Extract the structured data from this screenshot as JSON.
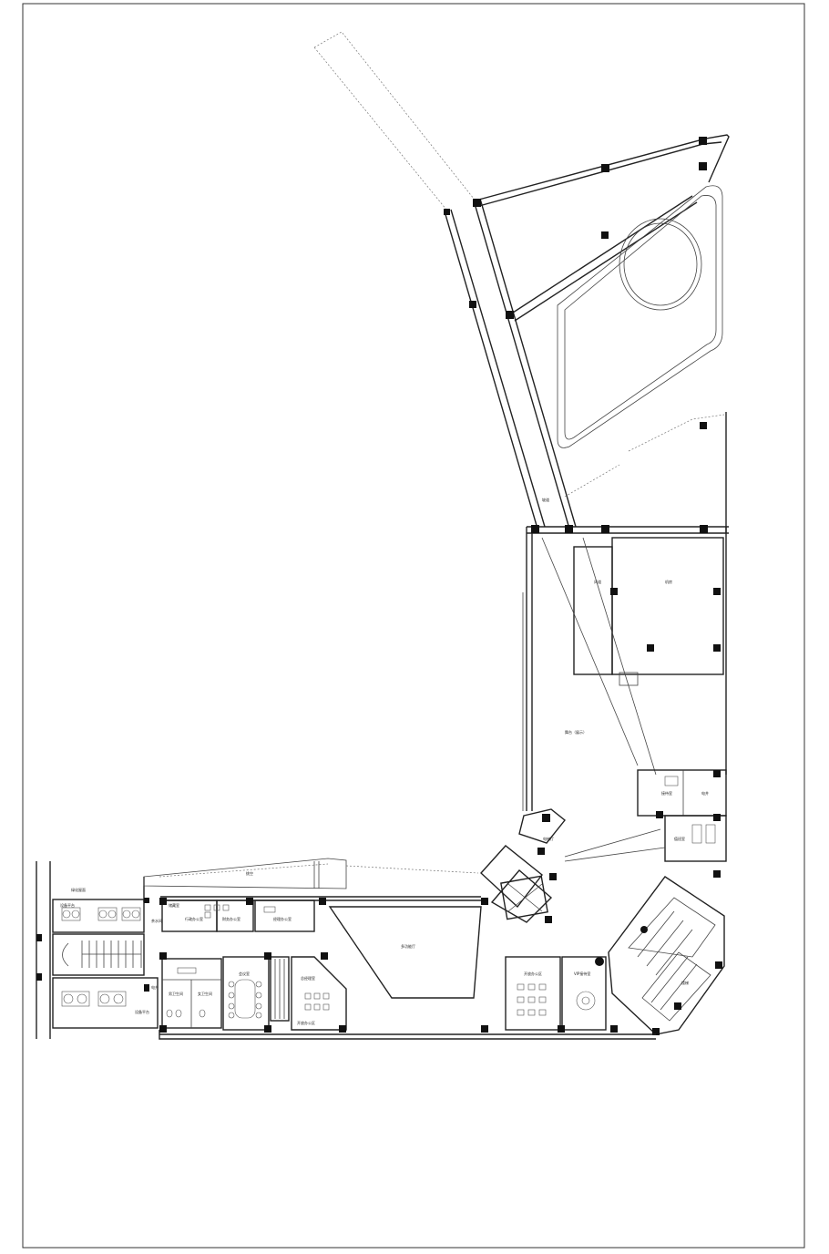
{
  "drawing": {
    "room_labels": {
      "atrium": "挑空",
      "machine_room": "机房",
      "wind": "风道",
      "equipment_room": "设备机房",
      "stage": "舞台（展示）",
      "stair": "楼梯",
      "lobby": "中庭",
      "ramp": "坡道",
      "hall": "多功能厅",
      "meeting": "会议室",
      "finance": "财务办公室",
      "office_a": "行政办公室",
      "office_b": "经理办公室",
      "manager": "总经理室",
      "vip": "VIP接待室",
      "reception": "接待室",
      "office_c": "开放办公区",
      "equipment_platform_top": "设备平台",
      "equipment_platform_bottom": "设备平台",
      "green_roof": "绿化屋面",
      "electric": "电井",
      "toilet_m": "男卫生间",
      "toilet_f": "女卫生间",
      "store": "储藏室",
      "guard": "值班室",
      "elevator": "电梯厅",
      "pantry": "茶水间"
    }
  }
}
